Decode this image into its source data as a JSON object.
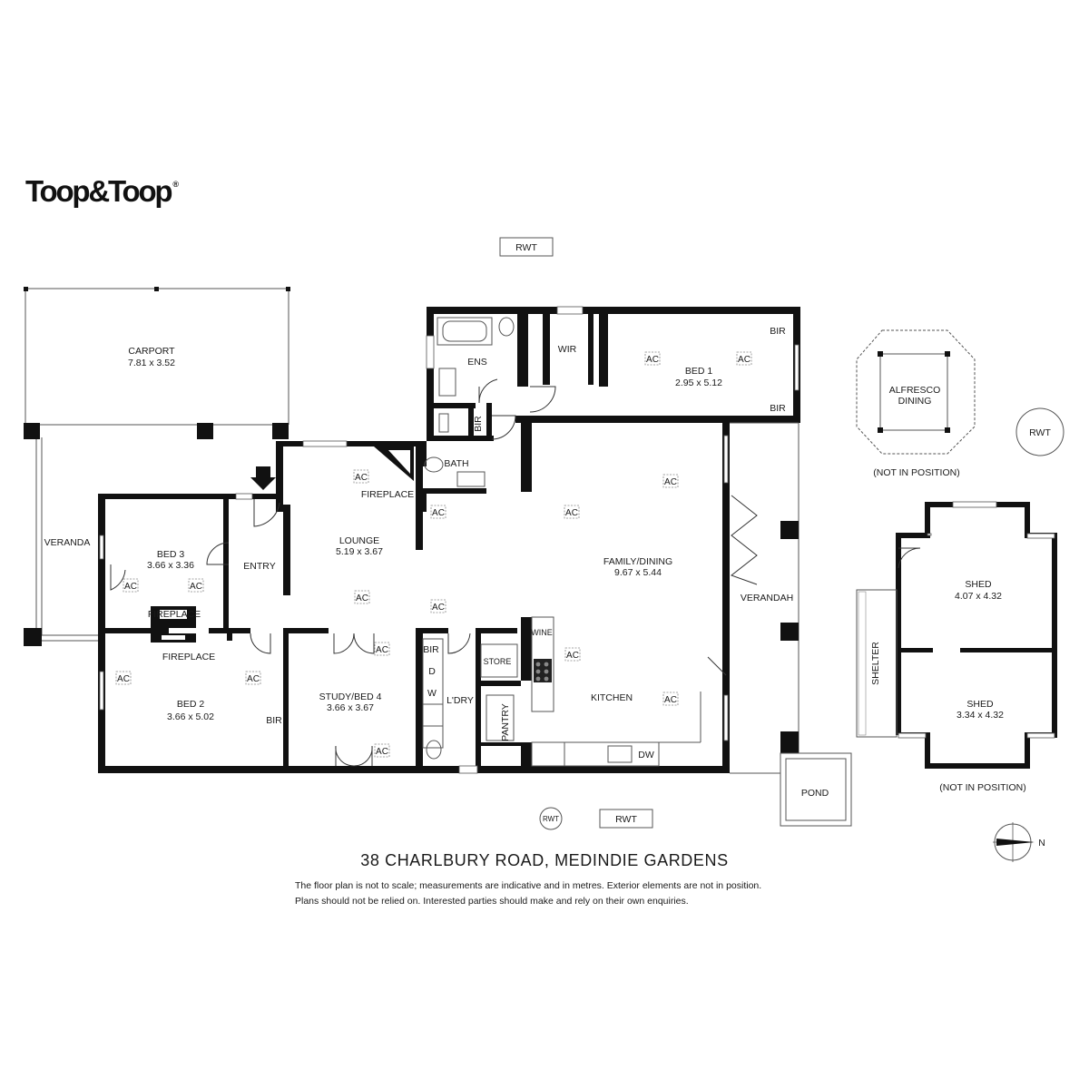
{
  "brand": {
    "name": "Toop&Toop",
    "registered_mark": "®"
  },
  "title": "38 CHARLBURY ROAD, MEDINDIE GARDENS",
  "disclaimer": [
    "The floor plan is not to scale; measurements are indicative and in metres. Exterior elements are not in position.",
    "Plans should not be relied on. Interested parties should make and rely on their own enquiries."
  ],
  "rooms": {
    "carport": {
      "name": "CARPORT",
      "dims": "7.81 x 3.52"
    },
    "veranda_left": {
      "name": "VERANDA"
    },
    "bed3": {
      "name": "BED 3",
      "dims": "3.66 x 3.36"
    },
    "entry": {
      "name": "ENTRY"
    },
    "lounge": {
      "name": "LOUNGE",
      "dims": "5.19 x 3.67"
    },
    "bed2": {
      "name": "BED 2",
      "dims": "3.66 x 5.02"
    },
    "study": {
      "name": "STUDY/BED 4",
      "dims": "3.66 x 3.67"
    },
    "ens": {
      "name": "ENS"
    },
    "wir": {
      "name": "WIR"
    },
    "bed1": {
      "name": "BED 1",
      "dims": "2.95 x 5.12"
    },
    "bath": {
      "name": "BATH"
    },
    "family": {
      "name": "FAMILY/DINING",
      "dims": "9.67 x 5.44"
    },
    "kitchen": {
      "name": "KITCHEN"
    },
    "laundry": {
      "name": "L'DRY"
    },
    "store": {
      "name": "STORE"
    },
    "pantry": {
      "name": "PANTRY"
    },
    "verandah_right": {
      "name": "VERANDAH"
    },
    "alfresco": {
      "name_line1": "ALFRESCO",
      "name_line2": "DINING",
      "note": "(NOT IN POSITION)"
    },
    "shed1": {
      "name": "SHED",
      "dims": "4.07 x 4.32"
    },
    "shed2": {
      "name": "SHED",
      "dims": "3.34 x 4.32",
      "note": "(NOT IN POSITION)"
    },
    "shelter": {
      "name": "SHELTER"
    },
    "pond": {
      "name": "POND"
    }
  },
  "fixtures": {
    "fireplace": "FIREPLACE",
    "bir": "BIR",
    "wine": "WINE",
    "dw": "DW",
    "dryer": "D",
    "washer": "W",
    "ac": "AC",
    "rwt": "RWT"
  },
  "compass": {
    "label": "N"
  }
}
